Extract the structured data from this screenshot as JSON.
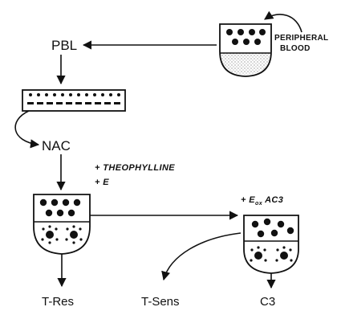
{
  "labels": {
    "source_line1": "PERIPHERAL",
    "source_line2": "BLOOD",
    "pbl": "PBL",
    "nac": "NAC",
    "cond1": "+ THEOPHYLLINE",
    "cond2": "+ E",
    "cond3_prefix": "+ E",
    "cond3_sub": "ox",
    "cond3_suffix": " AC3",
    "out_tres": "T-Res",
    "out_tsens": "T-Sens",
    "out_c3": "C3"
  },
  "icons": {
    "tube": "test-tube-icon",
    "column": "adherence-column-icon",
    "rosette": "rosette-cell-icon"
  },
  "colors": {
    "ink": "#111111",
    "background": "#ffffff"
  }
}
